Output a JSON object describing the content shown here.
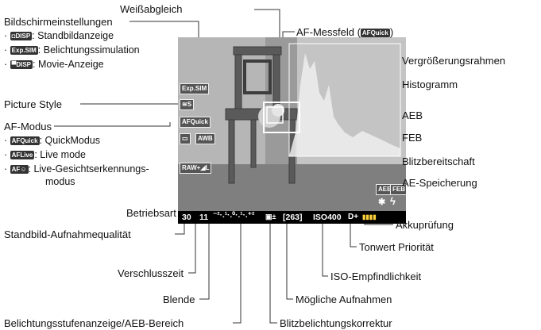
{
  "labels": {
    "white_balance": "Weißabgleich",
    "screen_settings": "Bildschirmeinstellungen",
    "still_display": ": Standbildanzeige",
    "exposure_sim": ": Belichtungssimulation",
    "movie_display": ": Movie-Anzeige",
    "picture_style": "Picture Style",
    "af_mode": "AF-Modus",
    "quick_mode": ": QuickModus",
    "live_mode": ": Live mode",
    "face_detect": ": Live-Gesichtserkennungs-",
    "face_detect_cont": "modus",
    "drive_mode": "Betriebsart",
    "image_quality": "Standbild-Aufnahmequalität",
    "shutter_speed": "Verschlusszeit",
    "aperture": "Blende",
    "exposure_level": "Belichtungsstufenanzeige/AEB-Bereich",
    "af_point_prefix": "AF-Messfeld (",
    "af_point_suffix": ")",
    "magnify_frame": "Vergrößerungsrahmen",
    "histogram": "Histogramm",
    "aeb": "AEB",
    "feb": "FEB",
    "flash_ready": "Blitzbereitschaft",
    "ae_lock": "AE-Speicherung",
    "battery_check": "Akkuprüfung",
    "tone_priority": "Tonwert Priorität",
    "iso": "ISO-Empfindlichkeit",
    "shots_remaining": "Mögliche Aufnahmen",
    "flash_comp": "Blitzbelichtungskorrektur"
  },
  "chips": {
    "disp_still": "◘DISP",
    "exp_sim": "Exp.SIM",
    "movie_disp": "▀DISP",
    "af_quick": "AFQuick",
    "af_live": "AFLive",
    "af_face": "AF☺",
    "af_quick_small": "AFQuick"
  },
  "bullet": "·",
  "overlay": {
    "exp_sim": "Exp.SIM",
    "picture_style": "≋S",
    "af_quick": "AFQuick",
    "drive": "▭",
    "awb": "AWB",
    "quality": "RAW+◢L",
    "aeb": "AEB",
    "feb": "FEB",
    "ae_lock": "✱",
    "flash": "ϟ",
    "shutter": "30",
    "aperture": "11",
    "scale": "⁻²·.¹·.⁰·.¹·.⁺²",
    "flash_comp": "▣±",
    "shots": "[263]",
    "iso": "ISO400",
    "tone": "D+",
    "battery": "▮▮▮▮"
  }
}
